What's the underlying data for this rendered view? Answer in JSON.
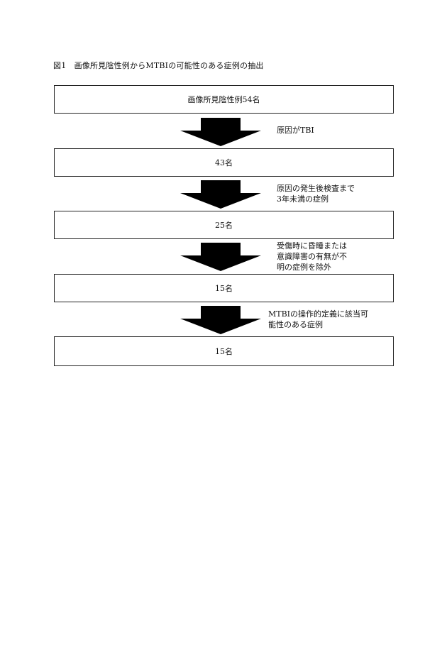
{
  "figure": {
    "title": "図1　画像所見陰性例からMTBIの可能性のある症例の抽出"
  },
  "boxes": [
    {
      "label": "画像所見陰性例54名"
    },
    {
      "label": "43名"
    },
    {
      "label": "25名"
    },
    {
      "label": "15名"
    },
    {
      "label": "15名"
    }
  ],
  "steps": [
    {
      "lines": [
        "原因がTBI"
      ]
    },
    {
      "lines": [
        "原因の発生後検査まで",
        "3年未満の症例"
      ]
    },
    {
      "lines": [
        "受傷時に昏睡または",
        "意識障害の有無が不",
        "明の症例を除外"
      ]
    },
    {
      "lines": [
        "MTBIの操作的定義に該当可",
        "能性のある症例"
      ]
    }
  ],
  "colors": {
    "arrow": "#000000",
    "border": "#222222",
    "text": "#111111"
  }
}
